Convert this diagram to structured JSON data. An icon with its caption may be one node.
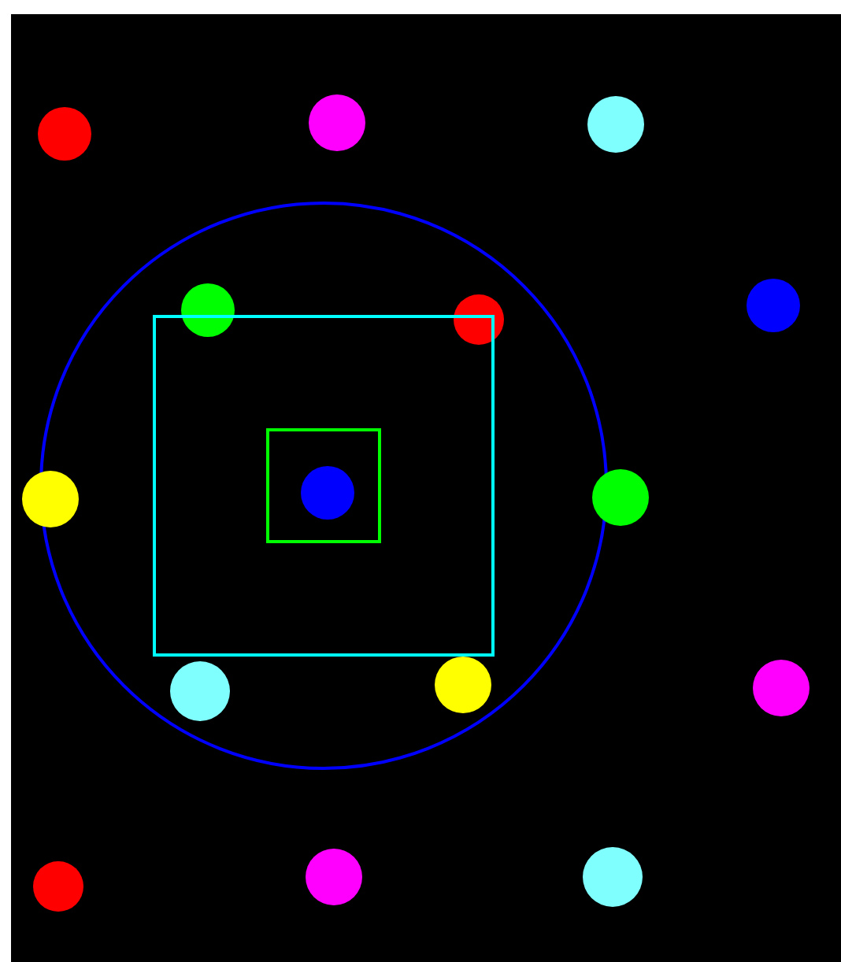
{
  "diagram": {
    "nodes": [
      {
        "text": [],
        "shape": "circle"
      },
      {
        "text": [],
        "shape": "circle"
      },
      {
        "text": [],
        "shape": "circle"
      },
      {
        "text": [],
        "shape": "circle"
      },
      {
        "text": [],
        "shape": "circle",
        "in": 3
      },
      {
        "text": [],
        "shape": "circle",
        "in": 3
      },
      {
        "text": [],
        "shape": "circle"
      },
      {
        "text": [],
        "shape": "box",
        "in": 3
      },
      {
        "text": [],
        "shape": "circle"
      },
      {
        "text": [],
        "shape": "box",
        "in": 7
      },
      {
        "text": [],
        "shape": "circle",
        "in": 9
      },
      {
        "text": [],
        "shape": "circle"
      },
      {
        "text": [],
        "shape": "circle",
        "in": 3
      },
      {
        "text": [],
        "shape": "circle",
        "in": 3
      },
      {
        "text": [],
        "shape": "circle"
      },
      {
        "text": [],
        "shape": "circle"
      },
      {
        "text": [],
        "shape": "circle"
      },
      {
        "text": [],
        "shape": "circle"
      }
    ]
  }
}
